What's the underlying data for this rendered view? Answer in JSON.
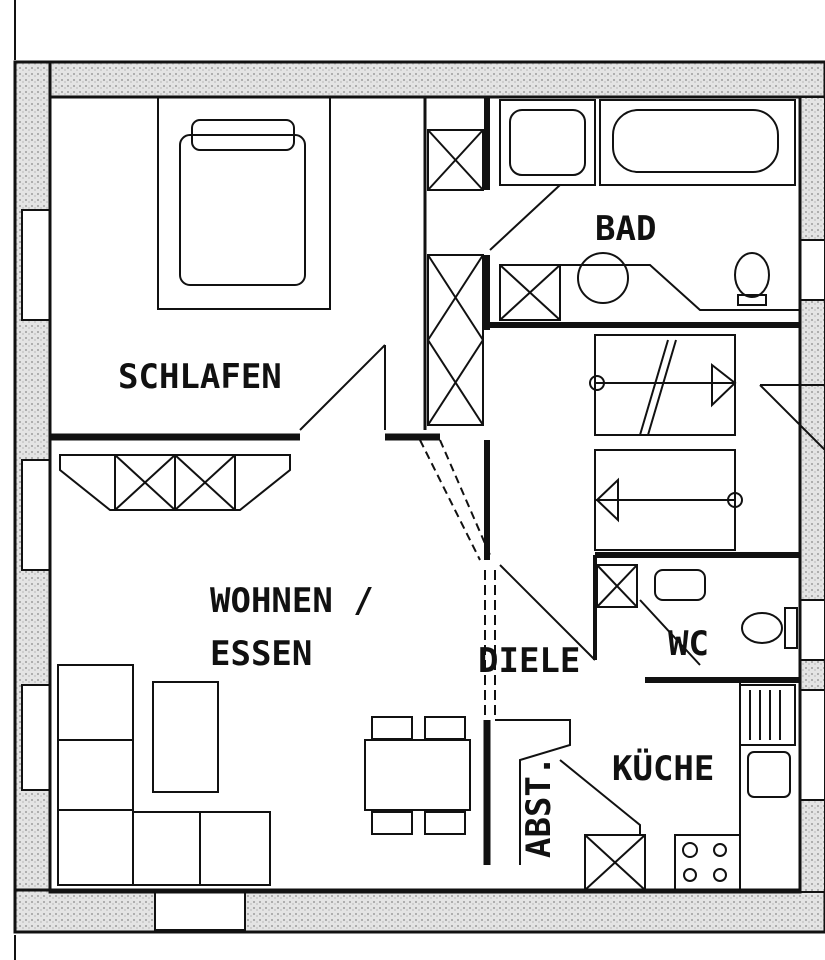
{
  "rooms": {
    "schlafen": "SCHLAFEN",
    "bad": "BAD",
    "wohnen_line1": "WOHNEN /",
    "wohnen_line2": "ESSEN",
    "diele": "DIELE",
    "wc": "WC",
    "kueche": "KÜCHE",
    "abst": "ABST."
  },
  "colors": {
    "wall": "#111111",
    "outer_wall_fill": "#d8d8d8",
    "background": "#ffffff"
  }
}
